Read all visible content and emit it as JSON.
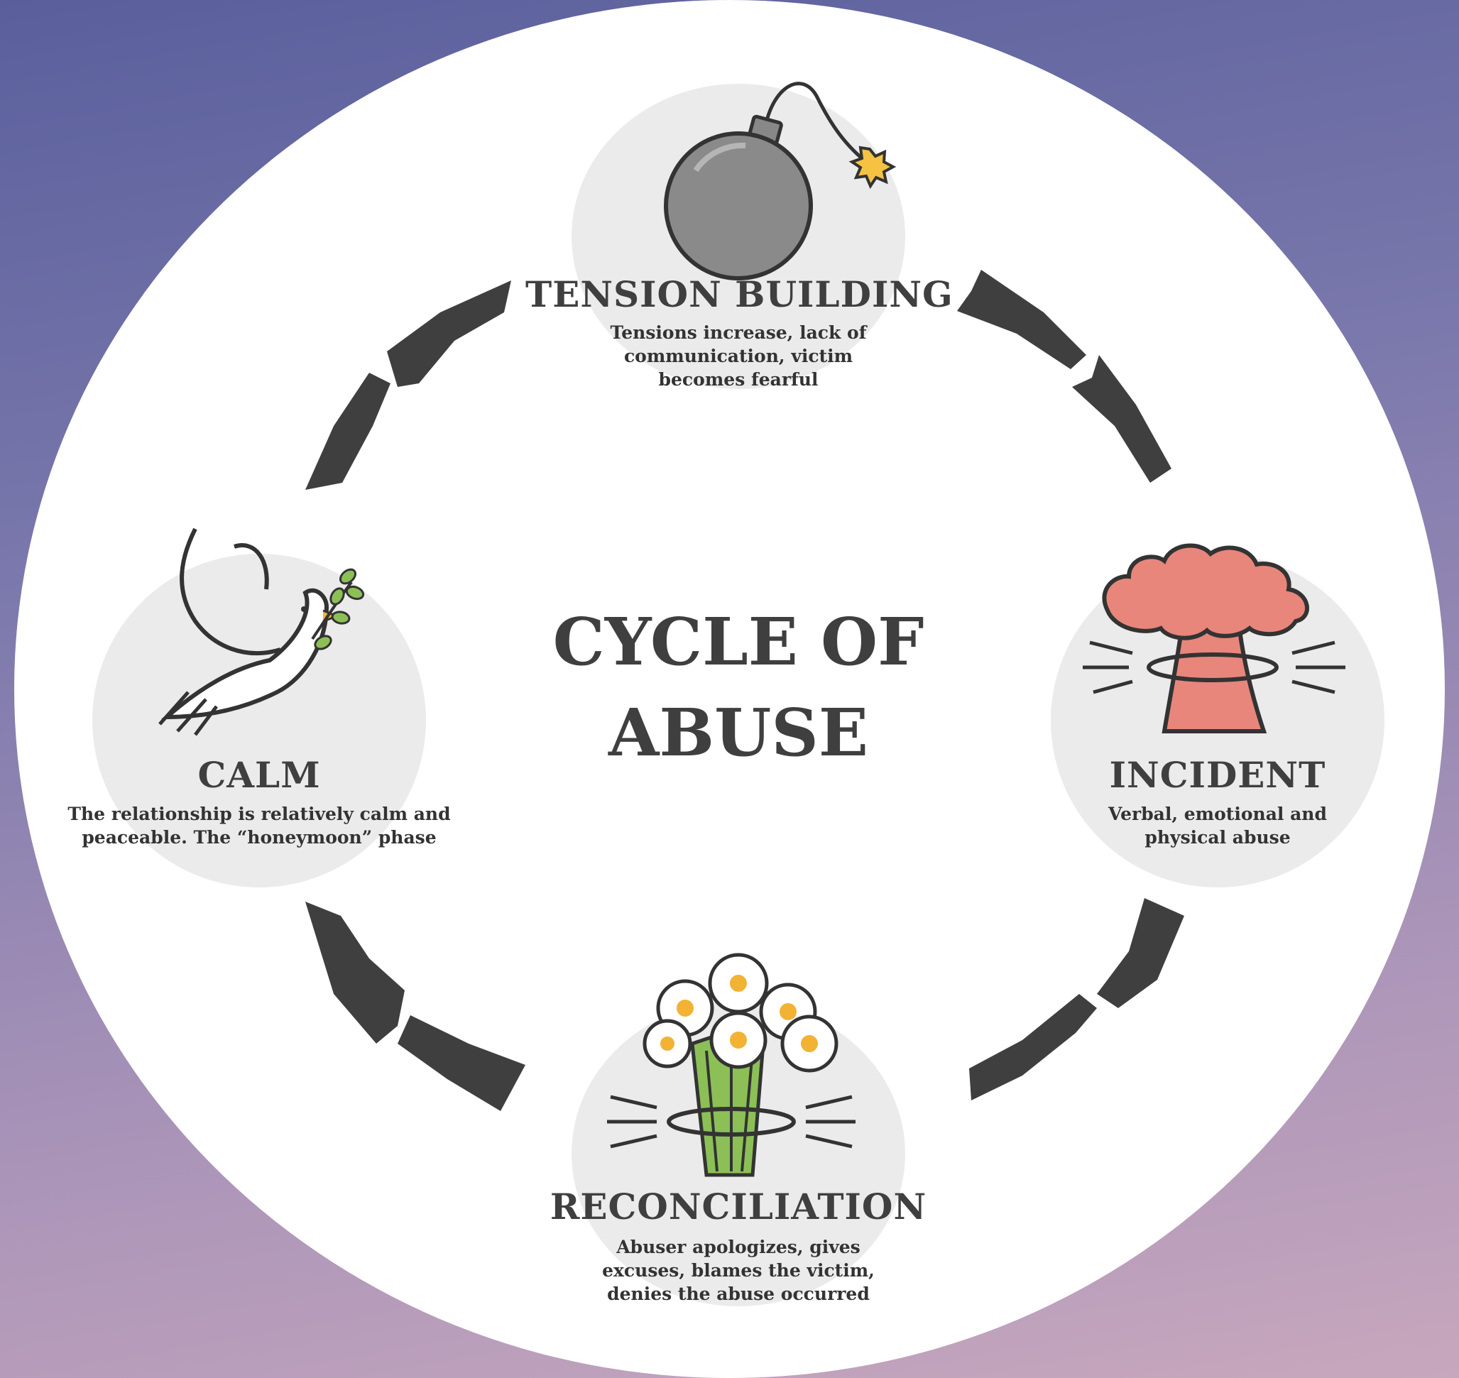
{
  "title_lines": [
    "CYCLE OF",
    "ABUSE"
  ],
  "stages": {
    "tension": {
      "title": "TENSION BUILDING",
      "desc_lines": [
        "Tensions increase, lack of",
        "communication, victim",
        "becomes fearful"
      ],
      "icon": "bomb-icon"
    },
    "incident": {
      "title": "INCIDENT",
      "desc_lines": [
        "Verbal, emotional and",
        "physical abuse"
      ],
      "icon": "explosion-icon"
    },
    "reconciliation": {
      "title": "RECONCILIATION",
      "desc_lines": [
        "Abuser apologizes, gives",
        "excuses, blames the victim,",
        "denies the abuse occurred"
      ],
      "icon": "flowers-icon"
    },
    "calm": {
      "title": "CALM",
      "desc_lines": [
        "The relationship is relatively calm and",
        "peaceable. The “honeymoon” phase"
      ],
      "icon": "dove-icon"
    }
  },
  "colors": {
    "arrow": "#3f3f3f",
    "explosion": "#e8867b",
    "flower_center": "#f2b233",
    "leaf": "#8cc057",
    "fuse_spark": "#f5c242"
  }
}
